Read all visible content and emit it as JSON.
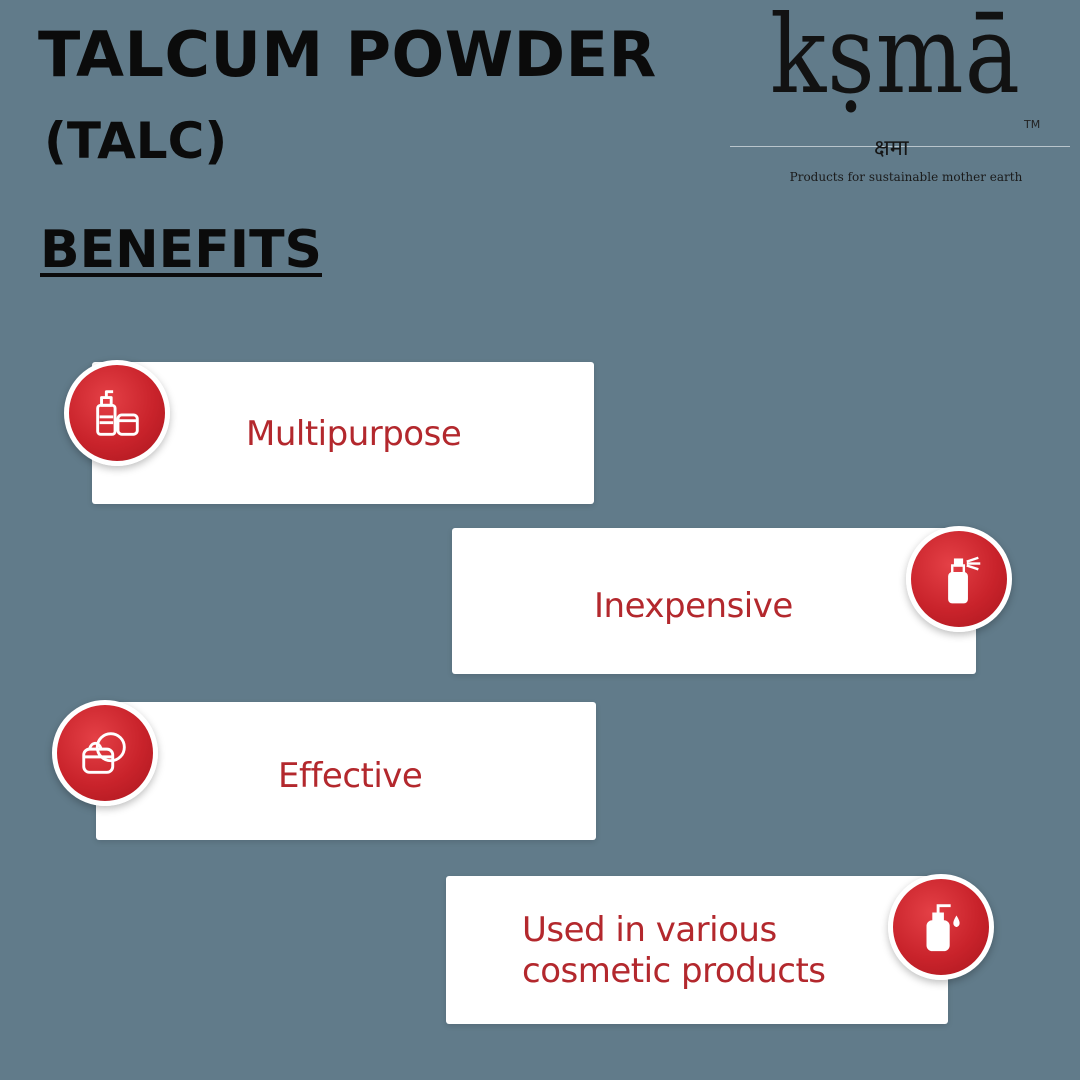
{
  "header": {
    "title": "TALCUM POWDER",
    "subtitle": "(TALC)",
    "section": "BENEFITS"
  },
  "logo": {
    "word": "kṣmā",
    "trademark": "TM",
    "devanagari": "क्षमा",
    "tagline": "Products for sustainable mother earth"
  },
  "colors": {
    "background": "#617b8a",
    "accent": "#c9232b",
    "label": "#b3282d"
  },
  "benefits": [
    {
      "label": "Multipurpose",
      "icon": "cosmetic-bottles-icon"
    },
    {
      "label": "Inexpensive",
      "icon": "spray-can-icon"
    },
    {
      "label": "Effective",
      "icon": "cream-jar-icon"
    },
    {
      "label": "Used in various cosmetic products",
      "line1": "Used in various",
      "line2": "cosmetic products",
      "icon": "pump-bottle-icon"
    }
  ]
}
